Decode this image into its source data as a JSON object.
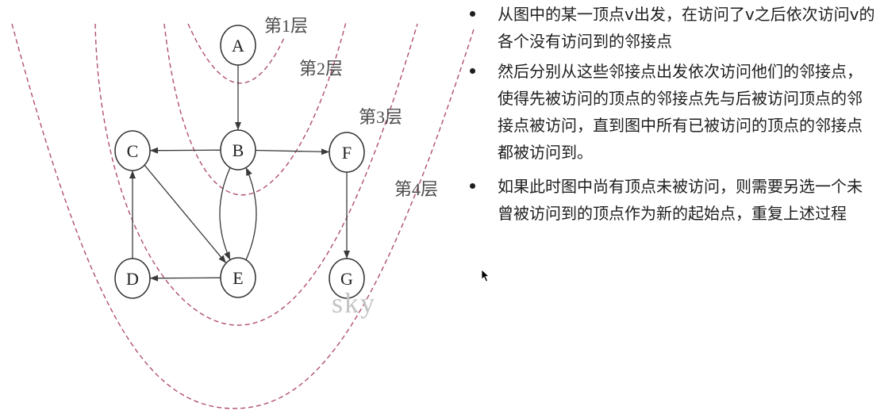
{
  "diagram": {
    "layer_labels": [
      "第1层",
      "第2层",
      "第3层",
      "第4层"
    ],
    "nodes": [
      "A",
      "B",
      "C",
      "D",
      "E",
      "F",
      "G"
    ],
    "edges": [
      [
        "A",
        "B"
      ],
      [
        "B",
        "C"
      ],
      [
        "B",
        "F"
      ],
      [
        "B",
        "E"
      ],
      [
        "E",
        "B"
      ],
      [
        "C",
        "E"
      ],
      [
        "D",
        "C"
      ],
      [
        "E",
        "D"
      ],
      [
        "F",
        "G"
      ]
    ],
    "watermark": "sky"
  },
  "bullets": [
    {
      "lines": [
        "从图中的某一顶点v出发，在访问了v之后依次访问v的",
        "各个没有访问到的邻接点"
      ]
    },
    {
      "lines": [
        "然后分别从这些邻接点出发依次访问他们的邻接点，",
        "使得先被访问的顶点的邻接点先与后被访问顶点的邻",
        "接点被访问，直到图中所有已被访问的顶点的邻接点",
        "都被访问到。"
      ]
    },
    {
      "lines": [
        "如果此时图中尚有顶点未被访问，则需要另选一个未",
        "曾被访问到的顶点作为新的起始点，重复上述过程"
      ]
    }
  ],
  "colors": {
    "layer_curve": "#b0506a",
    "edge": "#3a3a3a",
    "node_stroke": "#333333",
    "text": "#1e1e1e",
    "watermark": "#c4c4c4"
  },
  "icons": {
    "cursor": "mouse-cursor-icon",
    "bullet": "bullet-dot-icon"
  }
}
